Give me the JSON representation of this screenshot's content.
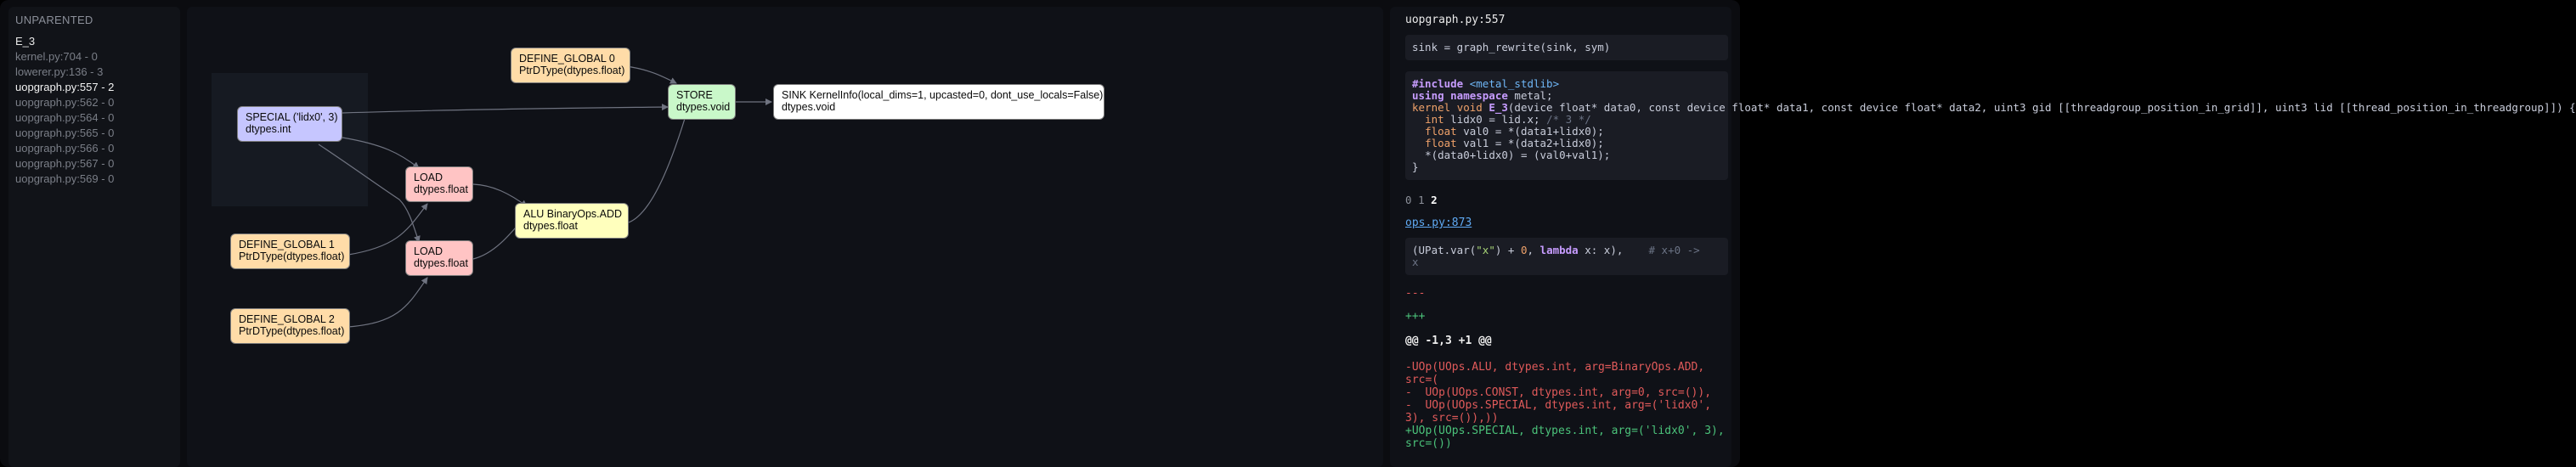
{
  "sidebar": {
    "header": "UNPARENTED",
    "kernel": "E_3",
    "items": [
      {
        "label": "kernel.py:704 - 0",
        "active": false
      },
      {
        "label": "lowerer.py:136 - 3",
        "active": false
      },
      {
        "label": "uopgraph.py:557 - 2",
        "active": true
      },
      {
        "label": "uopgraph.py:562 - 0",
        "active": false
      },
      {
        "label": "uopgraph.py:564 - 0",
        "active": false
      },
      {
        "label": "uopgraph.py:565 - 0",
        "active": false
      },
      {
        "label": "uopgraph.py:566 - 0",
        "active": false
      },
      {
        "label": "uopgraph.py:567 - 0",
        "active": false
      },
      {
        "label": "uopgraph.py:569 - 0",
        "active": false
      }
    ]
  },
  "graph": {
    "nodes": {
      "define0": {
        "title": "DEFINE_GLOBAL 0",
        "dtype": "PtrDType(dtypes.float)"
      },
      "special": {
        "title": "SPECIAL ('lidx0', 3)",
        "dtype": "dtypes.int"
      },
      "define1": {
        "title": "DEFINE_GLOBAL 1",
        "dtype": "PtrDType(dtypes.float)"
      },
      "define2": {
        "title": "DEFINE_GLOBAL 2",
        "dtype": "PtrDType(dtypes.float)"
      },
      "load1": {
        "title": "LOAD",
        "dtype": "dtypes.float"
      },
      "load2": {
        "title": "LOAD",
        "dtype": "dtypes.float"
      },
      "alu": {
        "title": "ALU BinaryOps.ADD",
        "dtype": "dtypes.float"
      },
      "store": {
        "title": "STORE",
        "dtype": "dtypes.void"
      },
      "sink": {
        "title": "SINK KernelInfo(local_dims=1, upcasted=0, dont_use_locals=False)",
        "dtype": "dtypes.void"
      }
    },
    "colors": {
      "define": "#ffdca8",
      "special": "#c6c6ff",
      "load": "#ffc4c4",
      "alu": "#ffffbd",
      "store": "#c9f8c9",
      "sink": "#ffffff",
      "edge": "#6f7380"
    }
  },
  "detail": {
    "title": "uopgraph.py:557",
    "rewrite": "sink = graph_rewrite(sink, sym)",
    "kernel_code": {
      "l1_include": "#include",
      "l1_lib": "<metal_stdlib>",
      "l2_using": "using namespace",
      "l2_ns": "metal;",
      "l3_kernel": "kernel",
      "l3_void": "void",
      "l3_name": "E_3",
      "l3_args": "(device float* data0, const device float* data1, const device float* data2, uint3 gid [[threadgroup_position_in_grid]], uint3 lid [[thread_position_in_threadgroup]]) {",
      "l4_int": "int",
      "l4_rest": " lidx0 = lid.x; ",
      "l4_comment": "/* 3 */",
      "l5_float": "float",
      "l5_rest": " val0 = *(data1+lidx0);",
      "l6_float": "float",
      "l6_rest": " val1 = *(data2+lidx0);",
      "l7": "*(data0+lidx0) = (val0+val1);",
      "l8": "}"
    },
    "pager": [
      "0",
      "1",
      "2"
    ],
    "pager_active": "2",
    "source_link": "ops.py:873",
    "pattern": {
      "p1": "(UPat.var(",
      "p2": "\"x\"",
      "p3": ") + ",
      "p4": "0",
      "p5": ", ",
      "p6": "lambda",
      "p7": " x: x),",
      "p8": "    # x+0 ->",
      "p9": "x"
    },
    "diff": {
      "minus_hdr": "---",
      "plus_hdr": "+++",
      "hunk": "@@ -1,3 +1 @@",
      "removed": [
        "-UOp(UOps.ALU, dtypes.int, arg=BinaryOps.ADD,",
        "src=(",
        "-  UOp(UOps.CONST, dtypes.int, arg=0, src=()),",
        "-  UOp(UOps.SPECIAL, dtypes.int, arg=('lidx0',",
        "3), src=()),))"
      ],
      "added": [
        "+UOp(UOps.SPECIAL, dtypes.int, arg=('lidx0', 3),",
        "src=())"
      ]
    }
  }
}
